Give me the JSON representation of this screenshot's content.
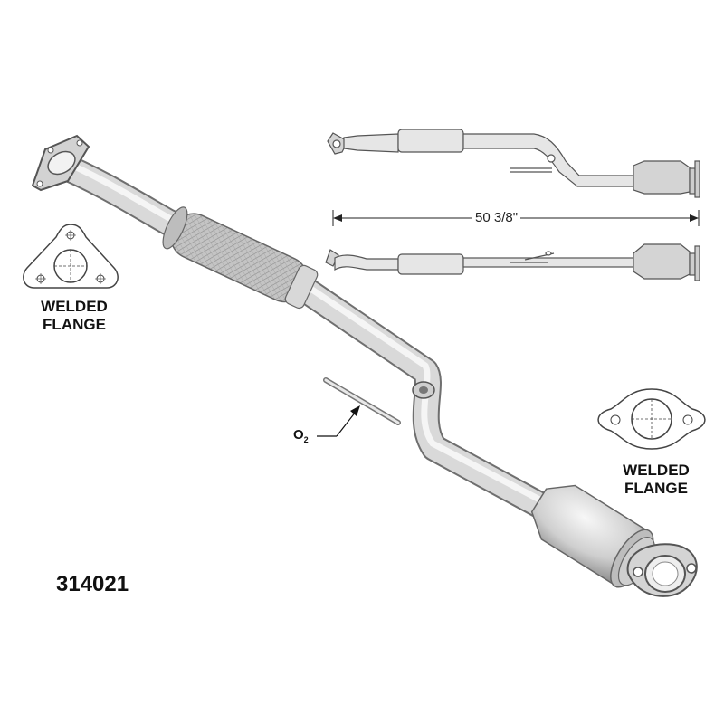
{
  "part_number": "314021",
  "dimension": "50 3/8\"",
  "o2_label": {
    "main": "O",
    "sub": "2"
  },
  "flange_left": {
    "line1": "WELDED",
    "line2": "FLANGE"
  },
  "flange_right": {
    "line1": "WELDED",
    "line2": "FLANGE"
  },
  "colors": {
    "pipe_light": "#e6e6e6",
    "pipe_dark": "#9a9a9a",
    "outline": "#555555"
  }
}
